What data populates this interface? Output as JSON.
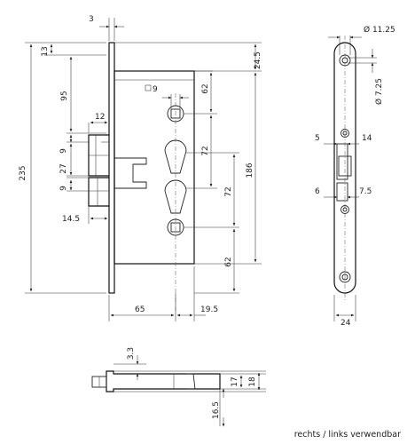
{
  "front_view": {
    "dims": {
      "d3": "3",
      "d13": "13",
      "d24_5": "24.5",
      "d95": "95",
      "d12": "12",
      "sq9": "9",
      "d62_top": "62",
      "d72_a": "72",
      "d72_b": "72",
      "d186": "186",
      "d62_bot": "62",
      "d235": "235",
      "d9_a": "9",
      "d27": "27",
      "d9_b": "9",
      "d14_5": "14.5",
      "d65": "65",
      "d19_5": "19.5"
    }
  },
  "faceplate_view": {
    "dims": {
      "dia11_25": "Ø 11.25",
      "dia7_25": "Ø 7.25",
      "d5": "5",
      "d14": "14",
      "d6": "6",
      "d7_5": "7.5",
      "d24": "24"
    }
  },
  "bottom_view": {
    "dims": {
      "d3_3": "3.3",
      "d17": "17",
      "d18": "18",
      "d16_5": "16.5"
    }
  },
  "note": "rechts / links verwendbar"
}
